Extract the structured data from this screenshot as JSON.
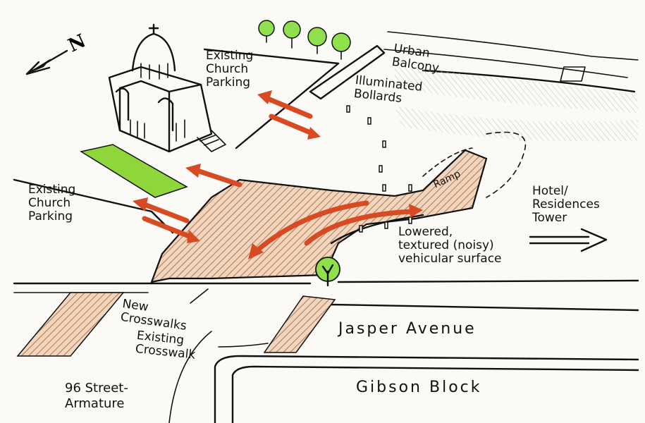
{
  "labels": {
    "existing_church_parking_top": "Existing\nChurch\nParking",
    "existing_church_parking_left": "Existing\nChurch\nParking",
    "urban_balcony": "Urban\nBalcony",
    "illuminated_bollards": "Illuminated\nBollards",
    "ramp": "Ramp",
    "hotel_residences_tower": "Hotel/\nResidences\nTower",
    "lowered_surface": "Lowered,\ntextured (noisy)\nvehicular surface",
    "new_crosswalks": "New\nCrosswalks",
    "existing_crosswalk": "Existing\nCrosswalk",
    "jasper_avenue": "Jasper Avenue",
    "gibson_block": "Gibson Block",
    "street_armature": "96 Street-\nArmature"
  },
  "north_symbol": "N",
  "colors": {
    "plaza_hatch": "#c9895c",
    "arrow_red": "#d84a22",
    "green_lawn": "#8fd63a",
    "tree_green": "#8fe04a",
    "hatch_gray": "#cfcfcf",
    "ink": "#111111"
  }
}
